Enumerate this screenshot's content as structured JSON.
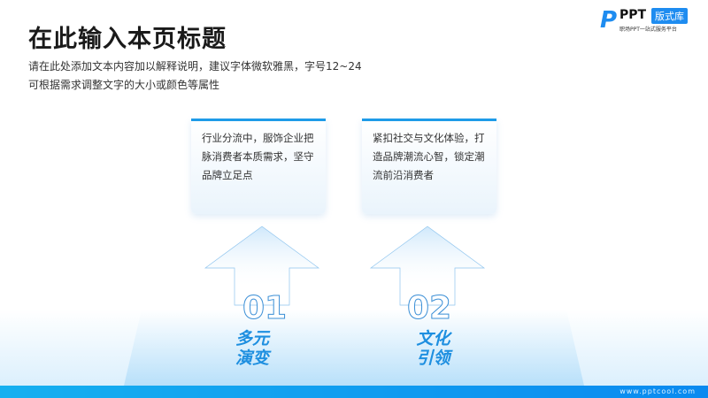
{
  "header": {
    "title": "在此输入本页标题",
    "subtitle_line1": "请在此处添加文本内容加以解释说明，建议字体微软雅黑，字号12~24",
    "subtitle_line2": "可根据需求调整文字的大小或颜色等属性"
  },
  "logo": {
    "mark": "P",
    "name": "PPT",
    "badge": "版式库",
    "tagline": "职场PPT一站式服务平台"
  },
  "items": [
    {
      "number": "01",
      "label_line1": "多元",
      "label_line2": "演变",
      "text": "行业分流中，服饰企业把脉消费者本质需求，坚守品牌立足点"
    },
    {
      "number": "02",
      "label_line1": "文化",
      "label_line2": "引领",
      "text": "紧扣社交与文化体验，打造品牌潮流心智，锁定潮流前沿消费者"
    }
  ],
  "footer": {
    "url": "www.pptcool.com"
  }
}
